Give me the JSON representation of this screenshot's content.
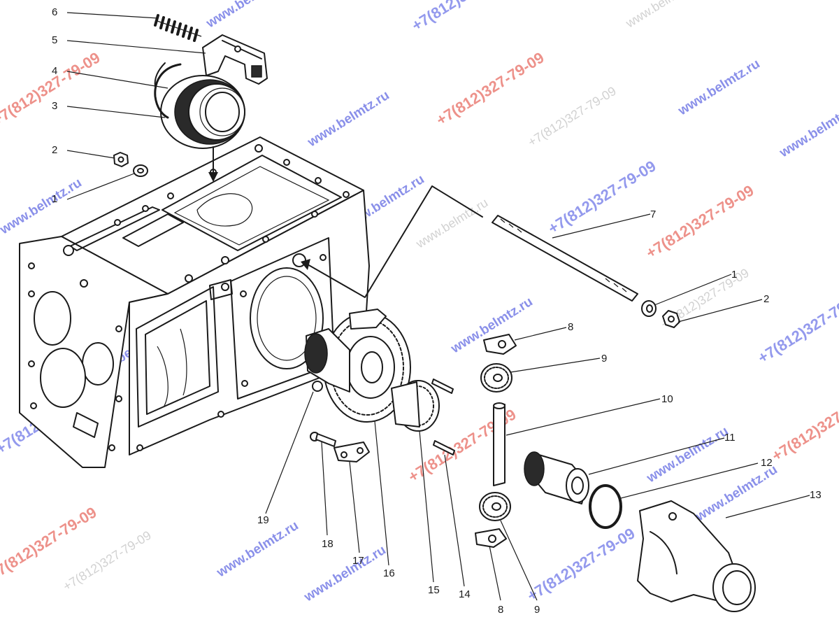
{
  "callouts": {
    "c1a": "1",
    "c2a": "2",
    "c3": "3",
    "c4": "4",
    "c5": "5",
    "c6": "6",
    "c7": "7",
    "c1b": "1",
    "c2b": "2",
    "c8a": "8",
    "c9a": "9",
    "c10": "10",
    "c11": "11",
    "c12": "12",
    "c13": "13",
    "c19": "19",
    "c18": "18",
    "c17": "17",
    "c16": "16",
    "c15": "15",
    "c14": "14",
    "c8b": "8",
    "c9b": "9"
  },
  "watermarks": {
    "site": "www.belmtz.ru",
    "phone": "+7(812)327-79-09"
  },
  "colors": {
    "ink": "#1a1a1a",
    "watermark_site": "#2a35d8",
    "watermark_phone": "#e0392b"
  }
}
